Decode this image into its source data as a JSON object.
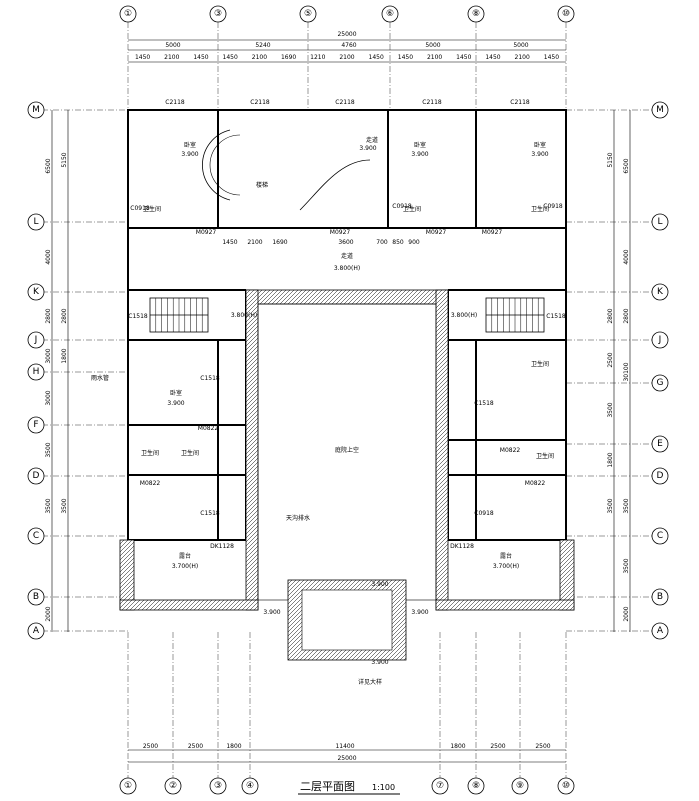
{
  "drawing": {
    "title": "二层平面图",
    "scale": "1:100"
  },
  "axes": {
    "top": [
      "①",
      "③",
      "⑤",
      "⑥",
      "⑧",
      "⑩"
    ],
    "bottom": [
      "①",
      "②",
      "③",
      "④",
      "⑦",
      "⑧",
      "⑨",
      "⑩"
    ],
    "left": [
      "M",
      "L",
      "K",
      "J",
      "H",
      "F",
      "D",
      "C",
      "B",
      "A"
    ],
    "right": [
      "M",
      "L",
      "K",
      "J",
      "G",
      "E",
      "D",
      "C",
      "B",
      "A"
    ]
  },
  "dimensions": {
    "top_total": "25000",
    "top_bays": [
      "5000",
      "5240",
      "4760",
      "5000",
      "5000"
    ],
    "top_detail": [
      "1450",
      "2100",
      "1450",
      "1450",
      "2100",
      "1690",
      "1210",
      "2100",
      "1450",
      "1450",
      "2100",
      "1450",
      "1450",
      "2100",
      "1450"
    ],
    "bottom_bays": [
      "2500",
      "2500",
      "1800",
      "11400",
      "1800",
      "2500",
      "2500"
    ],
    "bottom_total": "25000",
    "left_outer": [
      "6500",
      "4000",
      "2800",
      "3000",
      "3000",
      "3500",
      "3500",
      "2000"
    ],
    "left_inner": [
      "5150",
      "2800",
      "1800",
      "3500"
    ],
    "right_outer": [
      "6500",
      "4000",
      "2800",
      "30100",
      "3500",
      "3500",
      "2000"
    ],
    "right_inner": [
      "5150",
      "2800",
      "2500",
      "3500",
      "1800",
      "3500"
    ],
    "middle_block": [
      "1450",
      "2100",
      "1690",
      "3600",
      "700",
      "850",
      "900"
    ]
  },
  "windows": [
    "C2118",
    "C2118",
    "C2118",
    "C2118",
    "C2118",
    "C0918",
    "C0918",
    "C0918",
    "C1518",
    "C1518",
    "C1518",
    "C1518",
    "C1518",
    "C0918"
  ],
  "doors": [
    "M0927",
    "M0927",
    "M0927",
    "M0927",
    "M0822",
    "M0822",
    "M0822",
    "M0822",
    "DK1128",
    "DK1128"
  ],
  "rooms": {
    "bedroom": "卧室",
    "bathroom": "卫生间",
    "corridor": "走道",
    "terrace": "露台",
    "courtyard": "庭院上空",
    "stair_hall": "楼梯",
    "elevation_390": "3.900",
    "elevation_380": "3.800(H)",
    "elevation_370": "3.700(H)",
    "elevation_small": "3.900"
  },
  "notes": {
    "drain": "雨水管",
    "gutter": "天沟排水",
    "ref": "详见大样"
  }
}
